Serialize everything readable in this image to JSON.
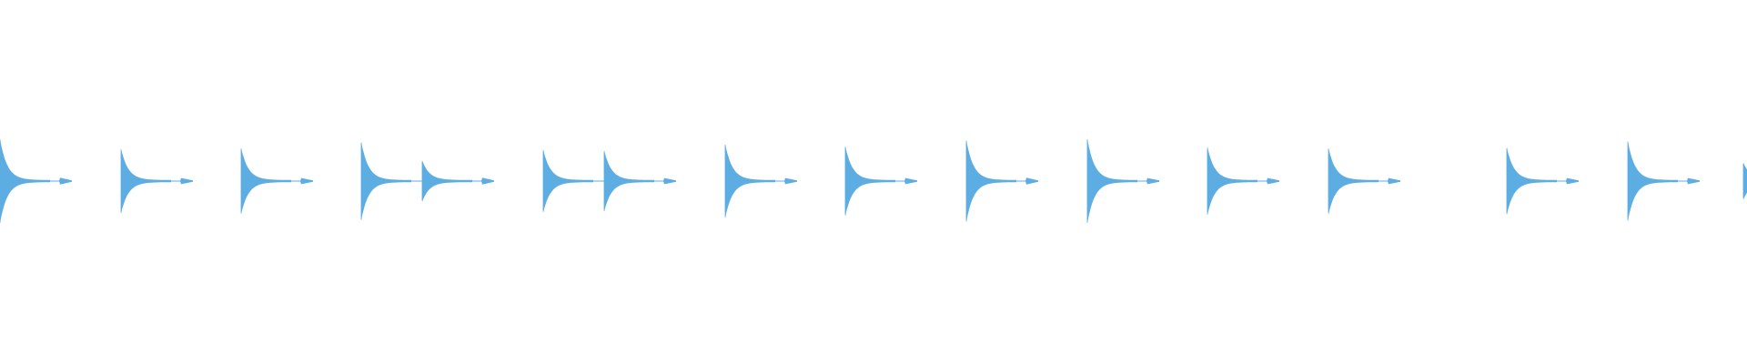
{
  "waveform": {
    "color": "#5dade2",
    "background": "#ffffff",
    "events": [
      {
        "hit": 0.95,
        "echo": 0.22
      },
      {
        "hit": 0.72,
        "echo": 0.2
      },
      {
        "hit": 0.74,
        "echo": 0.2
      },
      {
        "hit": 0.88,
        "echo": 0.0
      },
      {
        "hit": 0.45,
        "echo": 0.22
      },
      {
        "hit": 0.7,
        "echo": 0.0
      },
      {
        "hit": 0.68,
        "echo": 0.2
      },
      {
        "hit": 0.83,
        "echo": 0.2
      },
      {
        "hit": 0.78,
        "echo": 0.2
      },
      {
        "hit": 0.92,
        "echo": 0.22
      },
      {
        "hit": 0.95,
        "echo": 0.2
      },
      {
        "hit": 0.76,
        "echo": 0.2
      },
      {
        "hit": 0.74,
        "echo": 0.2
      },
      {
        "hit": 0.75,
        "echo": 0.2
      },
      {
        "hit": 0.9,
        "echo": 0.2
      },
      {
        "hit": 0.4,
        "echo": 0.0
      }
    ]
  }
}
